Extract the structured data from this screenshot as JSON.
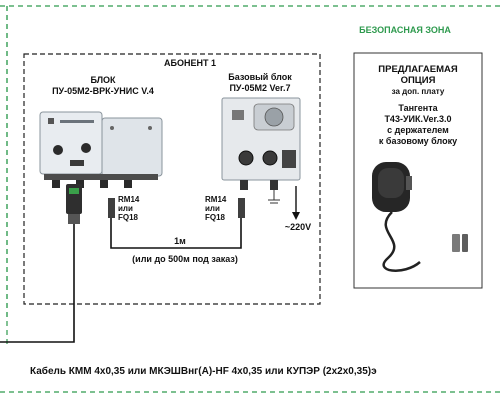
{
  "safe_zone": {
    "title": "БЕЗОПАСНАЯ ЗОНА",
    "accent": "#2e9a4e"
  },
  "subscriber": {
    "title": "АБОНЕНТ 1"
  },
  "block_left": {
    "title_line1": "БЛОК",
    "title_line2": "ПУ-05М2-ВРК-УНИС V.4"
  },
  "block_base": {
    "title_line1": "Базовый блок",
    "title_line2": "ПУ-05М2 Ver.7"
  },
  "connector_left": {
    "line1": "RM14",
    "line2": "или",
    "line3": "FQ18"
  },
  "connector_right": {
    "line1": "RM14",
    "line2": "или",
    "line3": "FQ18"
  },
  "cable_length": {
    "length": "1м",
    "note": "(или до 500м под заказ)"
  },
  "power": {
    "label": "~220V"
  },
  "option_panel": {
    "line1": "ПРЕДЛАГАЕМАЯ",
    "line2": "ОПЦИЯ",
    "line3": "за доп. плату",
    "line4": "Тангента",
    "line5": "Т43-УИК.Ver.3.0",
    "line6": "с держателем",
    "line7": "к базовому блоку"
  },
  "cable_caption": "Кабель КММ 4х0,35 или МКЭШВнг(А)-HF 4х0,35 или КУПЭР (2х2х0,35)э"
}
